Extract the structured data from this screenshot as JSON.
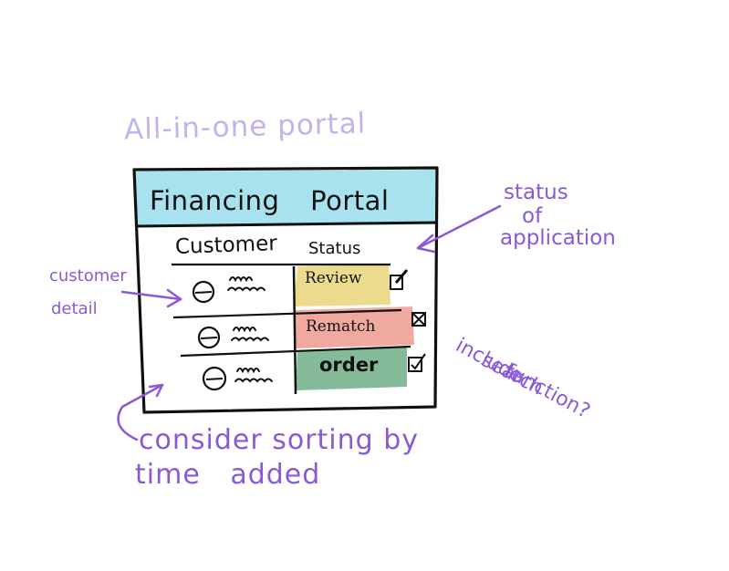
{
  "heading": "All-in-one portal",
  "portal": {
    "title": "Financing Portal",
    "columns": {
      "customer": "Customer",
      "status": "Status"
    },
    "rows": [
      {
        "status": "Review",
        "color": "#ecd987",
        "check": "pencil-box"
      },
      {
        "status": "Rematch",
        "color": "#eea49a",
        "check": "cross-box"
      },
      {
        "status": "order",
        "color": "#7fb795",
        "check": "check-box"
      }
    ],
    "title_bar_color": "#a8e2ee"
  },
  "annotations": {
    "status": [
      "status",
      "of",
      "application"
    ],
    "customer": [
      "customer",
      "detail"
    ],
    "search": [
      "include",
      "search",
      "function?"
    ],
    "sorting": [
      "consider sorting by",
      "time added"
    ]
  },
  "accent_color": "#8a5ad6"
}
